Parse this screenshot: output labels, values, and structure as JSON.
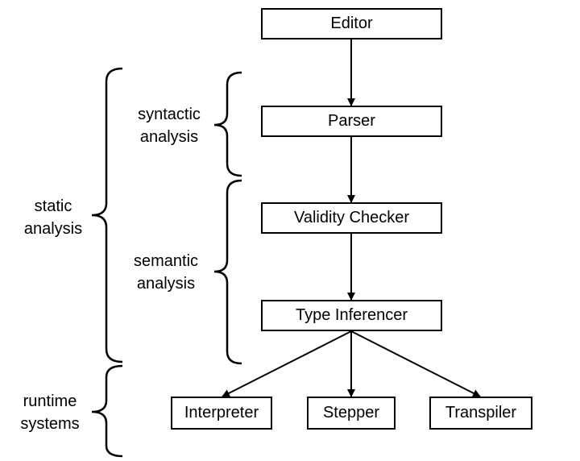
{
  "nodes": {
    "editor": "Editor",
    "parser": "Parser",
    "validity_checker": "Validity Checker",
    "type_inferencer": "Type Inferencer",
    "interpreter": "Interpreter",
    "stepper": "Stepper",
    "transpiler": "Transpiler"
  },
  "groups": {
    "syntactic": [
      "syntactic",
      "analysis"
    ],
    "semantic": [
      "semantic",
      "analysis"
    ],
    "static": [
      "static",
      "analysis"
    ],
    "runtime": [
      "runtime",
      "systems"
    ]
  },
  "edges": [
    [
      "editor",
      "parser"
    ],
    [
      "parser",
      "validity_checker"
    ],
    [
      "validity_checker",
      "type_inferencer"
    ],
    [
      "type_inferencer",
      "interpreter"
    ],
    [
      "type_inferencer",
      "stepper"
    ],
    [
      "type_inferencer",
      "transpiler"
    ]
  ]
}
